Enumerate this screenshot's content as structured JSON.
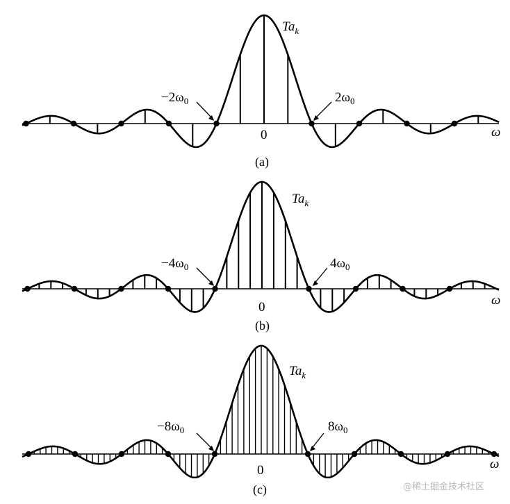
{
  "panels": [
    {
      "caption": "(a)",
      "curve_label": "Ta",
      "curve_label_sub": "k",
      "left_marker": "−2ω",
      "left_marker_sub": "0",
      "right_marker": "2ω",
      "right_marker_sub": "0",
      "origin_label": "0",
      "axis_label": "ω",
      "samples_per_lobe": 2
    },
    {
      "caption": "(b)",
      "curve_label": "Ta",
      "curve_label_sub": "k",
      "left_marker": "−4ω",
      "left_marker_sub": "0",
      "right_marker": "4ω",
      "right_marker_sub": "0",
      "origin_label": "0",
      "axis_label": "ω",
      "samples_per_lobe": 4
    },
    {
      "caption": "(c)",
      "curve_label": "Ta",
      "curve_label_sub": "k",
      "left_marker": "−8ω",
      "left_marker_sub": "0",
      "right_marker": "8ω",
      "right_marker_sub": "0",
      "origin_label": "0",
      "axis_label": "ω",
      "samples_per_lobe": 8
    }
  ],
  "watermark": "@稀土掘金技术社区"
}
